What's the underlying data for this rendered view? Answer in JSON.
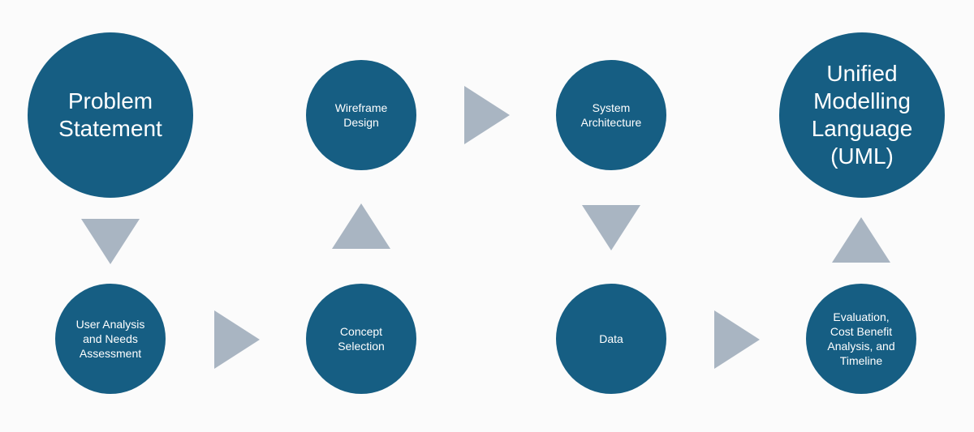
{
  "diagram": {
    "steps": {
      "problem_statement": "Problem\nStatement",
      "user_analysis": "User Analysis\nand Needs\nAssessment",
      "concept_selection": "Concept\nSelection",
      "wireframe_design": "Wireframe\nDesign",
      "system_architecture": "System\nArchitecture",
      "data": "Data",
      "evaluation": "Evaluation,\nCost Benefit\nAnalysis, and\nTimeline",
      "uml": "Unified\nModelling\nLanguage\n(UML)"
    },
    "colors": {
      "node_fill": "#165e83",
      "arrow_fill": "#a9b5c2",
      "background": "#fbfbfb"
    }
  }
}
